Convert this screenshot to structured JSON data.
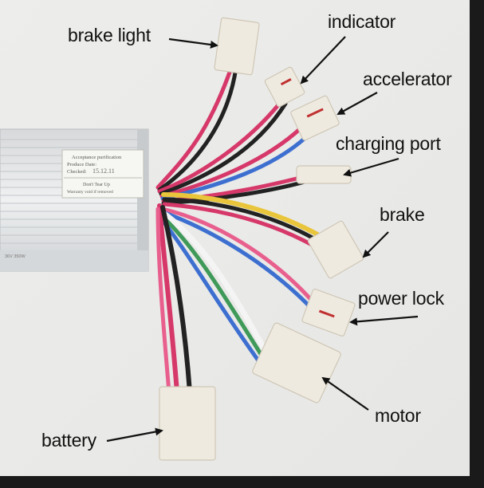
{
  "labels": {
    "brake_light": "brake light",
    "indicator": "indicator",
    "accelerator": "accelerator",
    "charging_port": "charging port",
    "brake": "brake",
    "power_lock": "power lock",
    "motor": "motor",
    "battery": "battery"
  },
  "controller_sticker": {
    "line1": "Acceptance purification",
    "line2": "Produce Date:",
    "line3": "Checked:",
    "stamp": "15.12.11",
    "warning1": "Don't Tear Up",
    "warning2": "Warranty void if removed",
    "model": "36V 350W"
  },
  "colors": {
    "background": "#ececea",
    "frame": "#1a1a1a",
    "wire_red": "#d6386a",
    "wire_pink": "#e85f8e",
    "wire_black": "#222222",
    "wire_blue": "#3d6fd0",
    "wire_yellow": "#e8c53a",
    "wire_green": "#3f9a5a",
    "wire_white": "#f4f4f4",
    "connector": "#efeae0"
  }
}
